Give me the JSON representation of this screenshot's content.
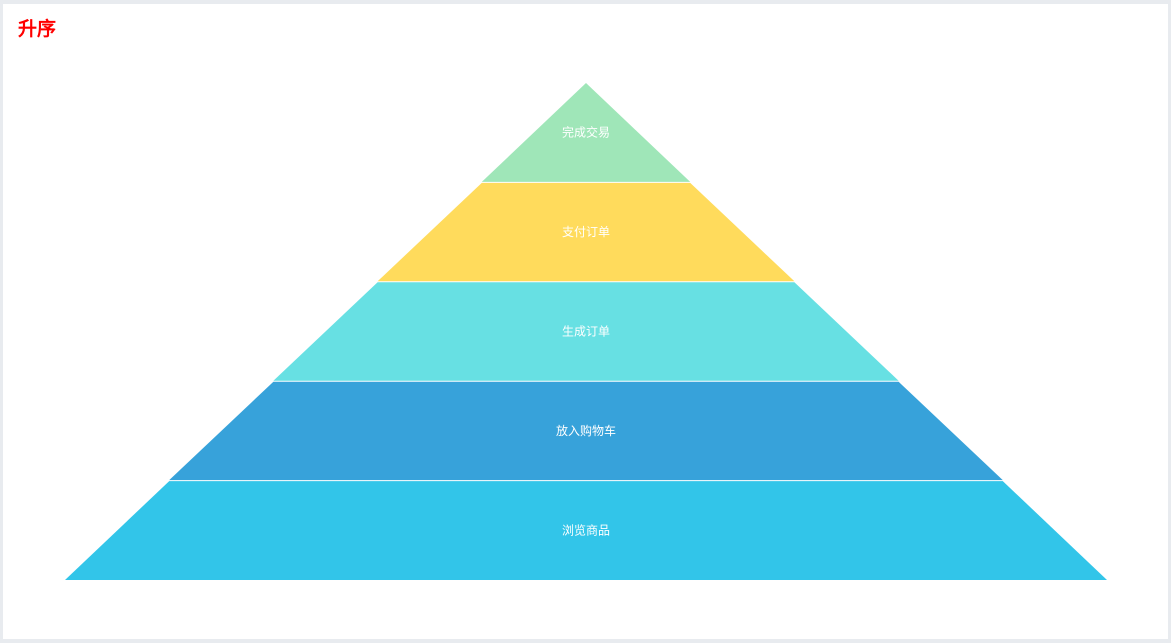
{
  "chart_data": {
    "type": "funnel",
    "title": "升序",
    "sort": "ascending",
    "max": 100,
    "stages": [
      {
        "name": "完成交易",
        "value": 20,
        "color": "#9fe6b8"
      },
      {
        "name": "支付订单",
        "value": 40,
        "color": "#ffdb5c"
      },
      {
        "name": "生成订单",
        "value": 60,
        "color": "#67e0e3"
      },
      {
        "name": "放入购物车",
        "value": 80,
        "color": "#37a2da"
      },
      {
        "name": "浏览商品",
        "value": 100,
        "color": "#32c5e9"
      }
    ]
  }
}
